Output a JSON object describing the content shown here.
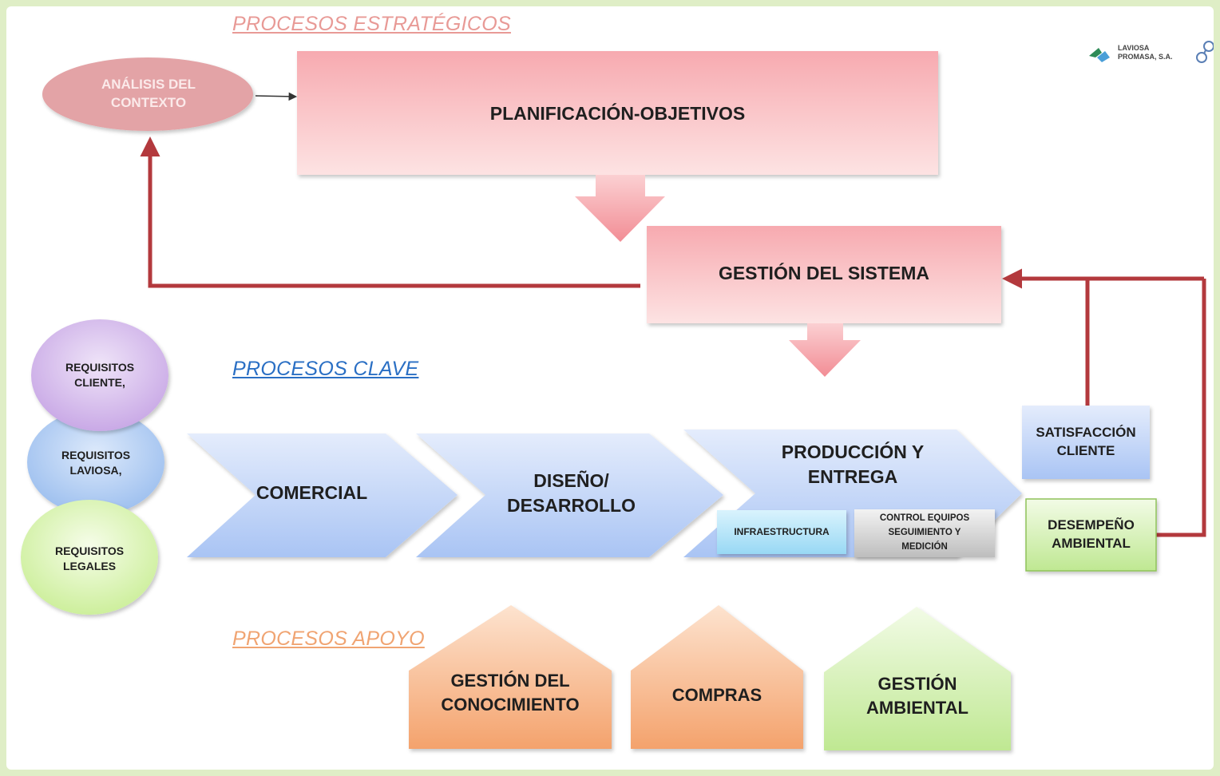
{
  "sections": {
    "strategic": "PROCESOS ESTRATÉGICOS",
    "key": "PROCESOS CLAVE",
    "support": "PROCESOS APOYO"
  },
  "logo": {
    "line1": "LAVIOSA",
    "line2": "PROMASA, S.A."
  },
  "strategic": {
    "context_line1": "ANÁLISIS DEL",
    "context_line2": "CONTEXTO",
    "planning": "PLANIFICACIÓN-OBJETIVOS",
    "system": "GESTIÓN DEL SISTEMA"
  },
  "requirements": {
    "client_line1": "REQUISITOS",
    "client_line2": "CLIENTE,",
    "laviosa_line1": "REQUISITOS",
    "laviosa_line2": "LAVIOSA,",
    "legal_line1": "REQUISITOS",
    "legal_line2": "LEGALES"
  },
  "key_processes": {
    "commercial": "COMERCIAL",
    "design_line1": "DISEÑO/",
    "design_line2": "DESARROLLO",
    "production_line1": "PRODUCCIÓN Y",
    "production_line2": "ENTREGA",
    "infrastructure": "INFRAESTRUCTURA",
    "control_line1": "CONTROL EQUIPOS",
    "control_line2": "SEGUIMIENTO Y",
    "control_line3": "MEDICIÓN"
  },
  "outputs": {
    "satisfaction_line1": "SATISFACCIÓN",
    "satisfaction_line2": "CLIENTE",
    "environmental_line1": "DESEMPEÑO",
    "environmental_line2": "AMBIENTAL"
  },
  "support_processes": {
    "knowledge_line1": "GESTIÓN DEL",
    "knowledge_line2": "CONOCIMIENTO",
    "purchases": "COMPRAS",
    "env_mgmt_line1": "GESTIÓN",
    "env_mgmt_line2": "AMBIENTAL"
  },
  "colors": {
    "strategic_title": "#e89a96",
    "key_title": "#2a6fc4",
    "support_title": "#f0a472",
    "feedback_arrow": "#b3393d",
    "pink_box": "#f7b9bb",
    "blue_chevron": "#b9cff7",
    "green_box": "#cdeea0",
    "orange_house": "#f6b98b"
  }
}
